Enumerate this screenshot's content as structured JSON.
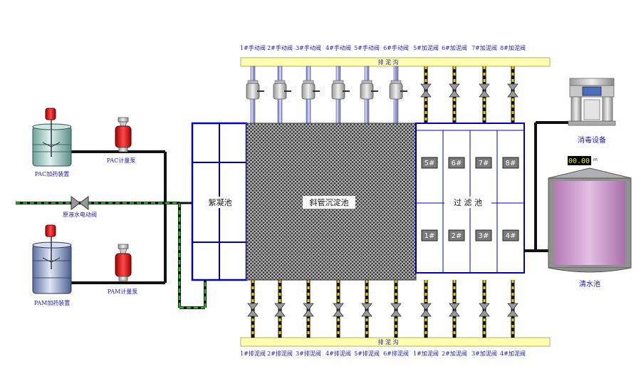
{
  "top_valves": [
    {
      "label": "1#手动阀",
      "kind": "manual"
    },
    {
      "label": "2#手动阀",
      "kind": "manual"
    },
    {
      "label": "3#手动阀",
      "kind": "manual"
    },
    {
      "label": "4#手动阀",
      "kind": "manual"
    },
    {
      "label": "5#手动阀",
      "kind": "manual"
    },
    {
      "label": "6#手动阀",
      "kind": "manual"
    },
    {
      "label": "5#加泥阀",
      "kind": "butterfly"
    },
    {
      "label": "6#加泥阀",
      "kind": "butterfly"
    },
    {
      "label": "7#加泥阀",
      "kind": "butterfly"
    },
    {
      "label": "8#加泥阀",
      "kind": "butterfly"
    }
  ],
  "bottom_valves": [
    "1#排泥阀",
    "2#排泥阀",
    "3#排泥阀",
    "4#排泥阀",
    "5#排泥阀",
    "6#排泥阀",
    "1#加泥阀",
    "2#加泥阀",
    "3#加泥阀",
    "4#加泥阀"
  ],
  "top_channel_label": "排 泥 沟",
  "bottom_channel_label": "排 泥 沟",
  "pac_device_label": "PAC加药装置",
  "pac_pump_label": "PAC计量泵",
  "pam_device_label": "PAM加药装置",
  "pam_pump_label": "PAM计量泵",
  "inlet_valve_label": "原液水电动阀",
  "coag_tank_label": "絮凝池",
  "settling_tank_label": "斜管沉淀池",
  "filter_tank_label": "过 滤 池",
  "filter_cells_top": [
    "5#",
    "6#",
    "7#",
    "8#"
  ],
  "filter_cells_bottom": [
    "1#",
    "2#",
    "3#",
    "4#"
  ],
  "disinfect_label": "消毒设备",
  "level_value": "00.00",
  "level_unit": "m",
  "clear_tank_label": "清水池",
  "colors": {
    "tank_blue": "#0000cc",
    "valve_red": "#e01010",
    "water_green": "#22c022",
    "clear_water": "#cc99cc",
    "channel_yellow": "#ffffb0",
    "pipe_dark": "#111111"
  }
}
